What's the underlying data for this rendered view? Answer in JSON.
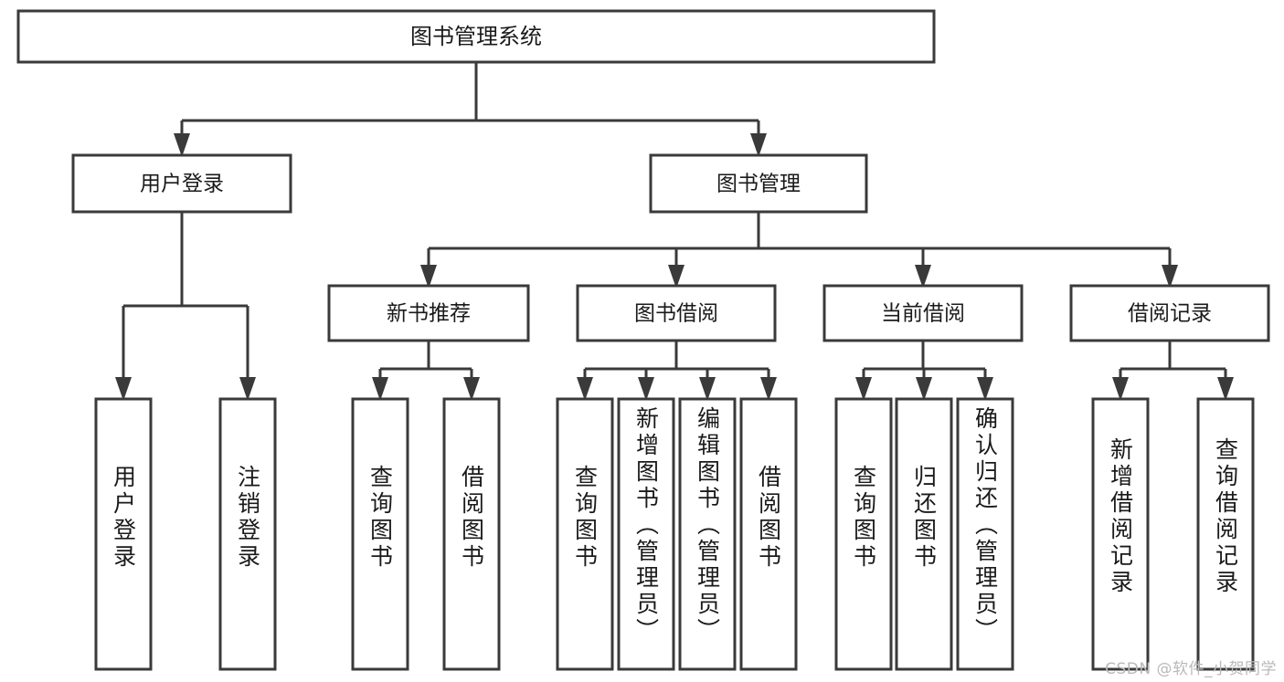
{
  "diagram": {
    "type": "tree-hierarchy",
    "title": "图书管理系统",
    "watermark": "CSDN @软件_小贺同学",
    "colors": {
      "stroke": "#3a3a3a",
      "fill": "#ffffff",
      "text": "#1a1a1a",
      "watermark": "#b9b9b9",
      "background": "#ffffff"
    },
    "root": {
      "id": "root",
      "label": "图书管理系统"
    },
    "level1": [
      {
        "id": "user-login",
        "label": "用户登录"
      },
      {
        "id": "book-management",
        "label": "图书管理"
      }
    ],
    "level2": [
      {
        "id": "new-book-recommend",
        "label": "新书推荐",
        "parent": "book-management"
      },
      {
        "id": "book-borrow",
        "label": "图书借阅",
        "parent": "book-management"
      },
      {
        "id": "current-borrow",
        "label": "当前借阅",
        "parent": "book-management"
      },
      {
        "id": "borrow-record",
        "label": "借阅记录",
        "parent": "book-management"
      }
    ],
    "leaves": [
      {
        "id": "leaf-user-login",
        "label": "用户登录",
        "parent": "user-login"
      },
      {
        "id": "leaf-logout-login",
        "label": "注销登录",
        "parent": "user-login"
      },
      {
        "id": "leaf-query-book-1",
        "label": "查询图书",
        "parent": "new-book-recommend"
      },
      {
        "id": "leaf-borrow-book-1",
        "label": "借阅图书",
        "parent": "new-book-recommend"
      },
      {
        "id": "leaf-query-book-2",
        "label": "查询图书",
        "parent": "book-borrow"
      },
      {
        "id": "leaf-add-book",
        "label": "新增图书（管理员）",
        "parent": "book-borrow"
      },
      {
        "id": "leaf-edit-book",
        "label": "编辑图书（管理员）",
        "parent": "book-borrow"
      },
      {
        "id": "leaf-borrow-book-2",
        "label": "借阅图书",
        "parent": "book-borrow"
      },
      {
        "id": "leaf-query-book-3",
        "label": "查询图书",
        "parent": "current-borrow"
      },
      {
        "id": "leaf-return-book",
        "label": "归还图书",
        "parent": "current-borrow"
      },
      {
        "id": "leaf-confirm-return",
        "label": "确认归还（管理员）",
        "parent": "current-borrow"
      },
      {
        "id": "leaf-add-record",
        "label": "新增借阅记录",
        "parent": "borrow-record"
      },
      {
        "id": "leaf-query-record",
        "label": "查询借阅记录",
        "parent": "borrow-record"
      }
    ]
  }
}
